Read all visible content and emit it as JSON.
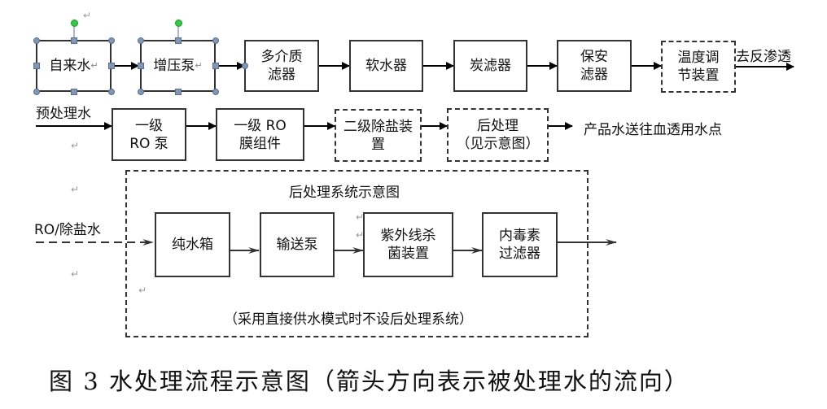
{
  "row1": {
    "boxes": [
      {
        "label": "自来水",
        "style": "solid-selected"
      },
      {
        "label": "增压泵",
        "style": "solid-selected"
      },
      {
        "label": "多介质\n滤器",
        "style": "solid"
      },
      {
        "label": "软水器",
        "style": "solid"
      },
      {
        "label": "炭滤器",
        "style": "solid"
      },
      {
        "label": "保安\n滤器",
        "style": "solid"
      },
      {
        "label": "温度调\n节装置",
        "style": "dashed"
      }
    ],
    "output_label": "去反渗透"
  },
  "row2": {
    "input_label": "预处理水",
    "boxes": [
      {
        "label": "一级\nRO 泵",
        "style": "solid"
      },
      {
        "label": "一级 RO\n膜组件",
        "style": "solid"
      },
      {
        "label": "二级除盐装\n置",
        "style": "dashed"
      },
      {
        "label": "后处理\n（见示意图）",
        "style": "dashed"
      }
    ],
    "output_label": "产品水送往血透用水点"
  },
  "row3": {
    "input_label": "RO/除盐水",
    "region_title": "后处理系统示意图",
    "region_note": "（采用直接供水模式时不设后处理系统）",
    "boxes": [
      {
        "label": "纯水箱"
      },
      {
        "label": "输送泵"
      },
      {
        "label": "紫外线杀\n菌装置"
      },
      {
        "label": "内毒素\n过滤器"
      }
    ]
  },
  "caption": "图 3  水处理流程示意图（箭头方向表示被处理水的流向）",
  "paragraph_mark": "↵"
}
